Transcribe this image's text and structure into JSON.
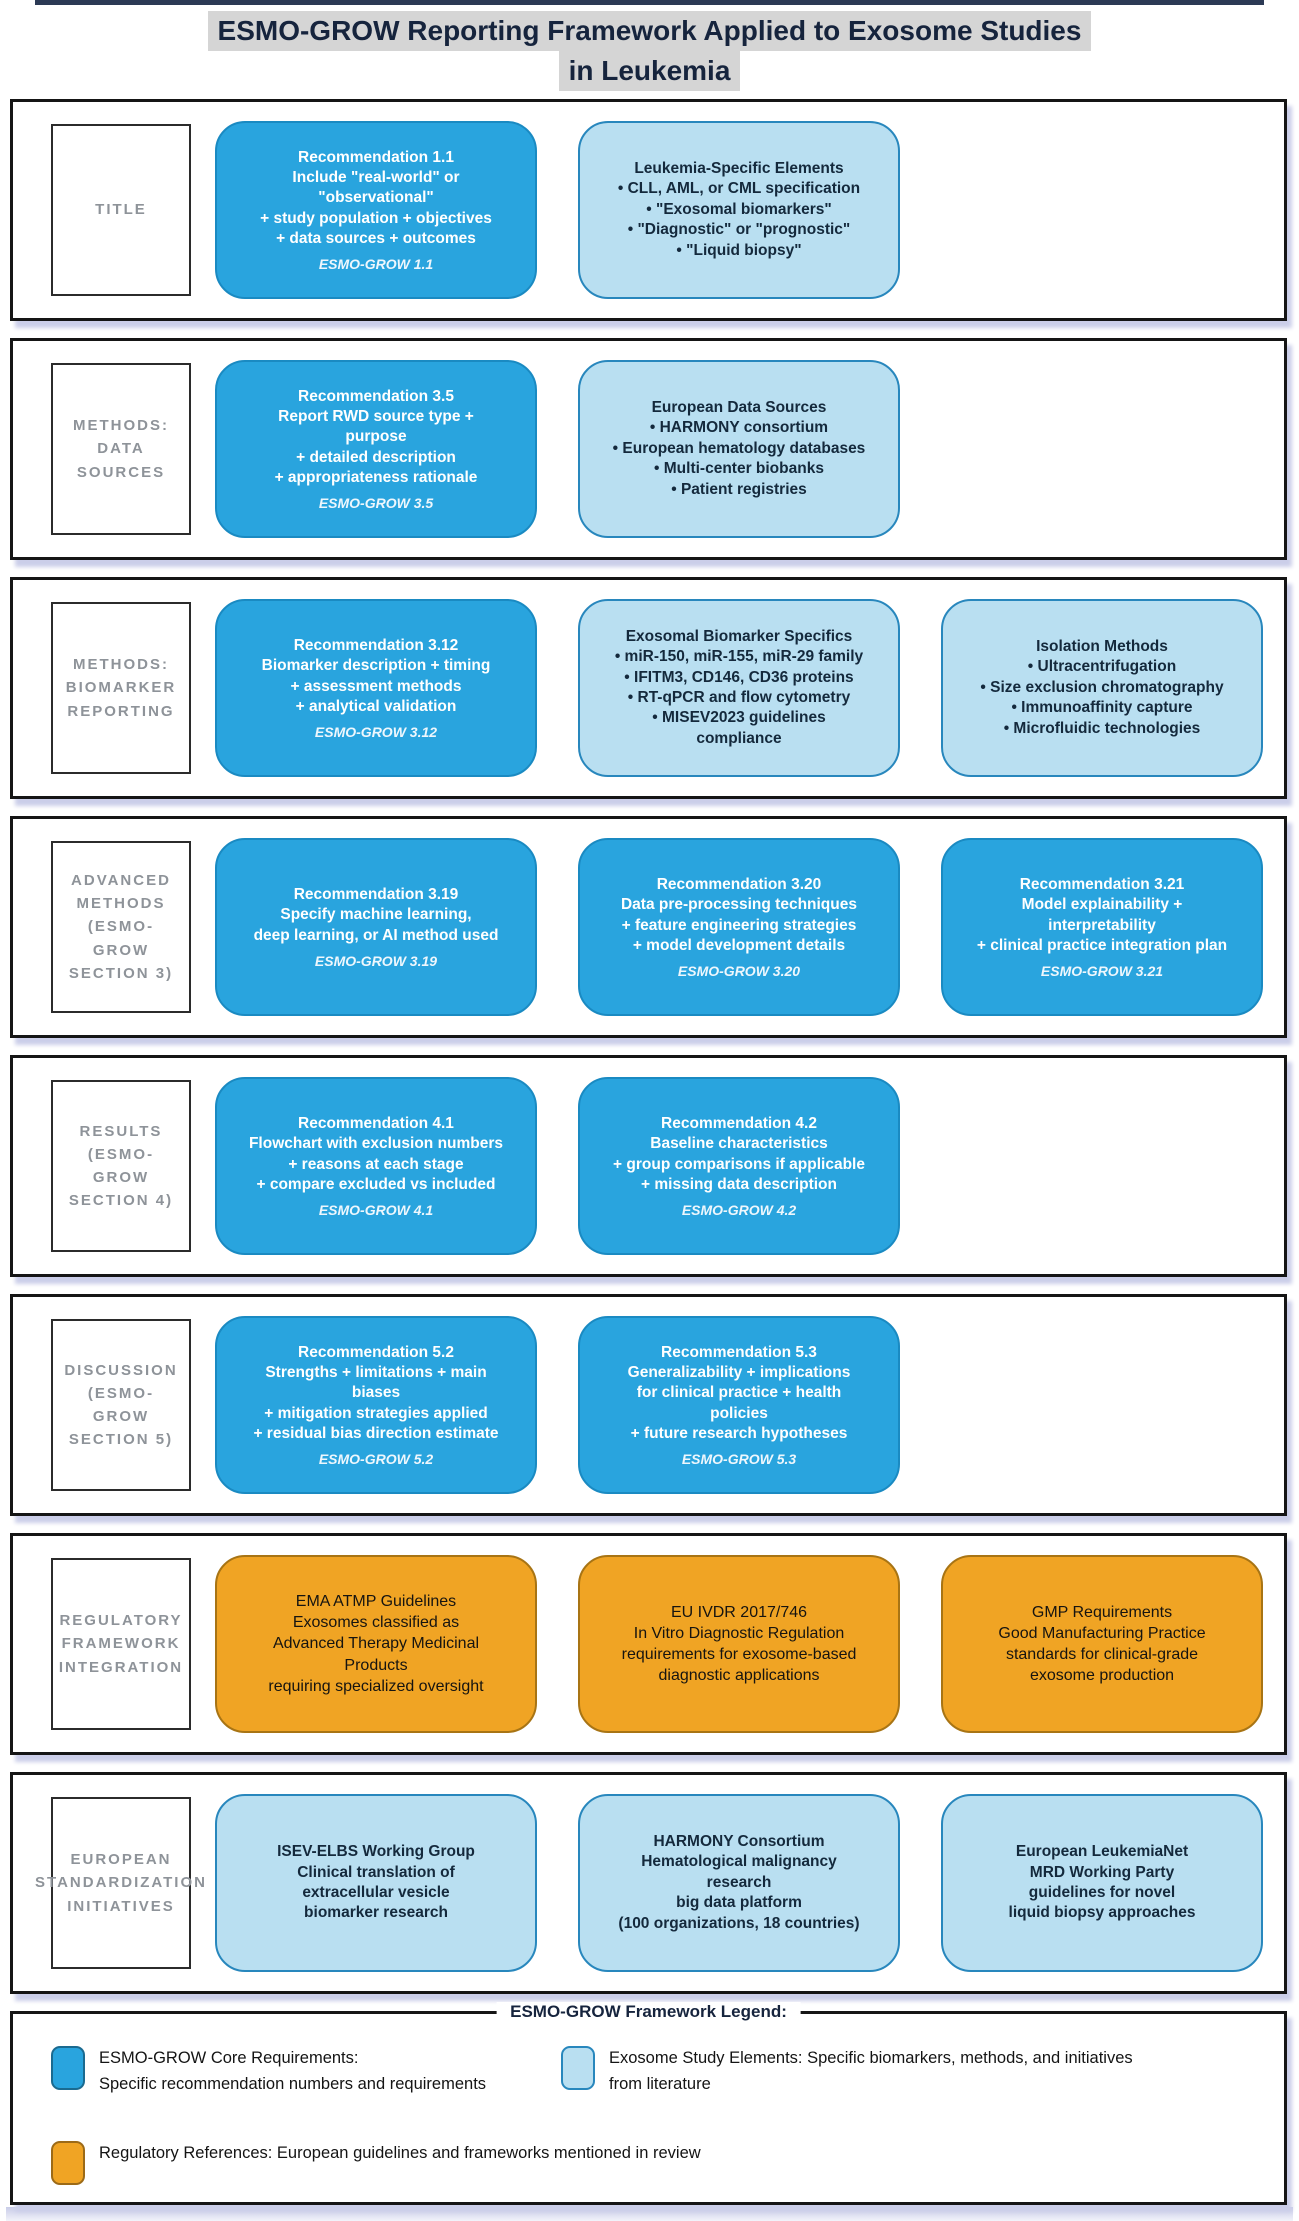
{
  "title": {
    "line1": "ESMO-GROW Reporting Framework Applied to Exosome Studies",
    "line2": "in Leukemia"
  },
  "colors": {
    "core_blue": "#29a4de",
    "element_light_blue": "#b9dff1",
    "regulatory_orange": "#f0a424",
    "shadow_lavender": "#cbcee9"
  },
  "rows": [
    {
      "label": "TITLE",
      "boxes": [
        {
          "type": "core",
          "text": "Recommendation 1.1\nInclude \"real-world\" or\n\"observational\"\n+ study population + objectives\n+ data sources + outcomes",
          "footnote": "ESMO-GROW 1.1"
        },
        {
          "type": "element",
          "text": "Leukemia-Specific Elements\n• CLL, AML, or CML specification\n• \"Exosomal biomarkers\"\n• \"Diagnostic\" or \"prognostic\"\n• \"Liquid biopsy\""
        }
      ]
    },
    {
      "label": "METHODS:\nDATA\nSOURCES",
      "boxes": [
        {
          "type": "core",
          "text": "Recommendation 3.5\nReport RWD source type +\npurpose\n+ detailed description\n+ appropriateness rationale",
          "footnote": "ESMO-GROW 3.5"
        },
        {
          "type": "element",
          "text": "European Data Sources\n• HARMONY consortium\n• European hematology databases\n• Multi-center biobanks\n• Patient registries"
        }
      ]
    },
    {
      "label": "METHODS:\nBIOMARKER\nREPORTING",
      "boxes": [
        {
          "type": "core",
          "text": "Recommendation 3.12\nBiomarker description + timing\n+ assessment methods\n+ analytical validation",
          "footnote": "ESMO-GROW 3.12"
        },
        {
          "type": "element",
          "text": "Exosomal Biomarker Specifics\n• miR-150, miR-155, miR-29 family\n• IFITM3, CD146, CD36 proteins\n• RT-qPCR and flow cytometry\n• MISEV2023 guidelines\ncompliance"
        },
        {
          "type": "element",
          "text": "Isolation Methods\n• Ultracentrifugation\n• Size exclusion chromatography\n• Immunoaffinity capture\n• Microfluidic technologies"
        }
      ]
    },
    {
      "label": "ADVANCED\nMETHODS\n(ESMO-\nGROW\nSECTION 3)",
      "boxes": [
        {
          "type": "core",
          "text": "Recommendation 3.19\nSpecify machine learning,\ndeep learning, or AI method used",
          "footnote": "ESMO-GROW 3.19"
        },
        {
          "type": "core",
          "text": "Recommendation 3.20\nData pre-processing techniques\n+ feature engineering strategies\n+ model development details",
          "footnote": "ESMO-GROW 3.20"
        },
        {
          "type": "core",
          "text": "Recommendation 3.21\nModel explainability +\ninterpretability\n+ clinical practice integration plan",
          "footnote": "ESMO-GROW 3.21"
        }
      ]
    },
    {
      "label": "RESULTS\n(ESMO-\nGROW\nSECTION 4)",
      "boxes": [
        {
          "type": "core",
          "text": "Recommendation 4.1\nFlowchart with exclusion numbers\n+ reasons at each stage\n+ compare excluded vs included",
          "footnote": "ESMO-GROW 4.1"
        },
        {
          "type": "core",
          "text": "Recommendation 4.2\nBaseline characteristics\n+ group comparisons if applicable\n+ missing data description",
          "footnote": "ESMO-GROW 4.2"
        }
      ]
    },
    {
      "label": "DISCUSSION\n(ESMO-\nGROW\nSECTION 5)",
      "boxes": [
        {
          "type": "core",
          "text": "Recommendation 5.2\nStrengths + limitations + main\nbiases\n+ mitigation strategies applied\n+ residual bias direction estimate",
          "footnote": "ESMO-GROW 5.2"
        },
        {
          "type": "core",
          "text": "Recommendation 5.3\nGeneralizability + implications\nfor clinical practice + health\npolicies\n+ future research hypotheses",
          "footnote": "ESMO-GROW 5.3"
        }
      ]
    },
    {
      "label": "REGULATORY\nFRAMEWORK\nINTEGRATION",
      "boxes": [
        {
          "type": "reg",
          "text": "EMA ATMP Guidelines\nExosomes classified as\nAdvanced Therapy Medicinal\nProducts\nrequiring specialized oversight"
        },
        {
          "type": "reg",
          "text": "EU IVDR 2017/746\nIn Vitro Diagnostic Regulation\nrequirements for exosome-based\ndiagnostic applications"
        },
        {
          "type": "reg",
          "text": "GMP Requirements\nGood Manufacturing Practice\nstandards for clinical-grade\nexosome production"
        }
      ]
    },
    {
      "label": "EUROPEAN\nSTANDARDIZATION\nINITIATIVES",
      "boxes": [
        {
          "type": "element",
          "text": "ISEV-ELBS Working Group\nClinical translation of\nextracellular vesicle\nbiomarker research"
        },
        {
          "type": "element",
          "text": "HARMONY Consortium\nHematological malignancy\nresearch\nbig data platform\n(100 organizations, 18 countries)"
        },
        {
          "type": "element",
          "text": "European LeukemiaNet\nMRD Working Party\nguidelines for novel\nliquid biopsy approaches"
        }
      ]
    }
  ],
  "legend": {
    "title": "ESMO-GROW Framework Legend:",
    "items": [
      {
        "swatch": "core",
        "text": "ESMO-GROW Core Requirements:\nSpecific recommendation numbers and requirements"
      },
      {
        "swatch": "element",
        "text": "Exosome Study Elements: Specific biomarkers, methods, and initiatives\nfrom literature"
      },
      {
        "swatch": "regulatory",
        "text": "Regulatory References: European guidelines and frameworks mentioned in review"
      }
    ]
  }
}
